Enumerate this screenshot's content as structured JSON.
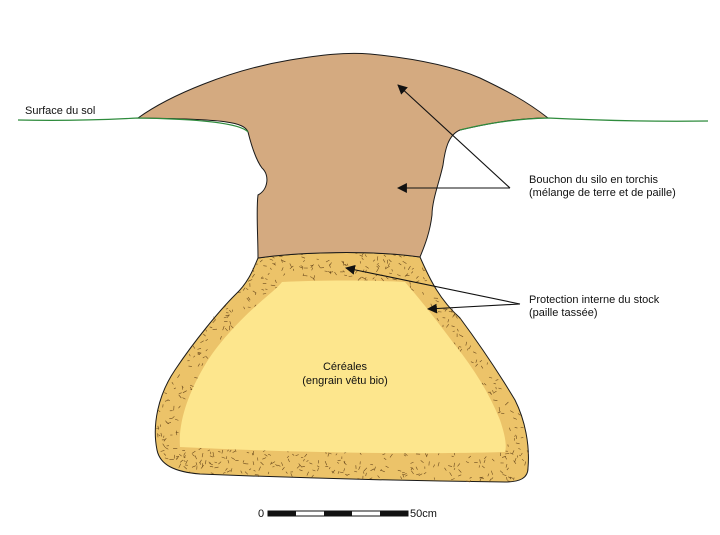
{
  "labels": {
    "ground_surface": "Surface du sol",
    "plug_line1": "Bouchon du silo en torchis",
    "plug_line2": "(mélange de terre et de paille)",
    "protection_line1": "Protection interne du stock",
    "protection_line2": "(paille tassée)",
    "grain_line1": "Céréales",
    "grain_line2": "(engrain vêtu bio)"
  },
  "scale": {
    "start": "0",
    "end": "50cm"
  },
  "colors": {
    "plug": "#d4aa80",
    "straw": "#ecc369",
    "grain": "#fde68d",
    "ground_line": "#2e8b3c",
    "outline": "#1a1a1a"
  }
}
